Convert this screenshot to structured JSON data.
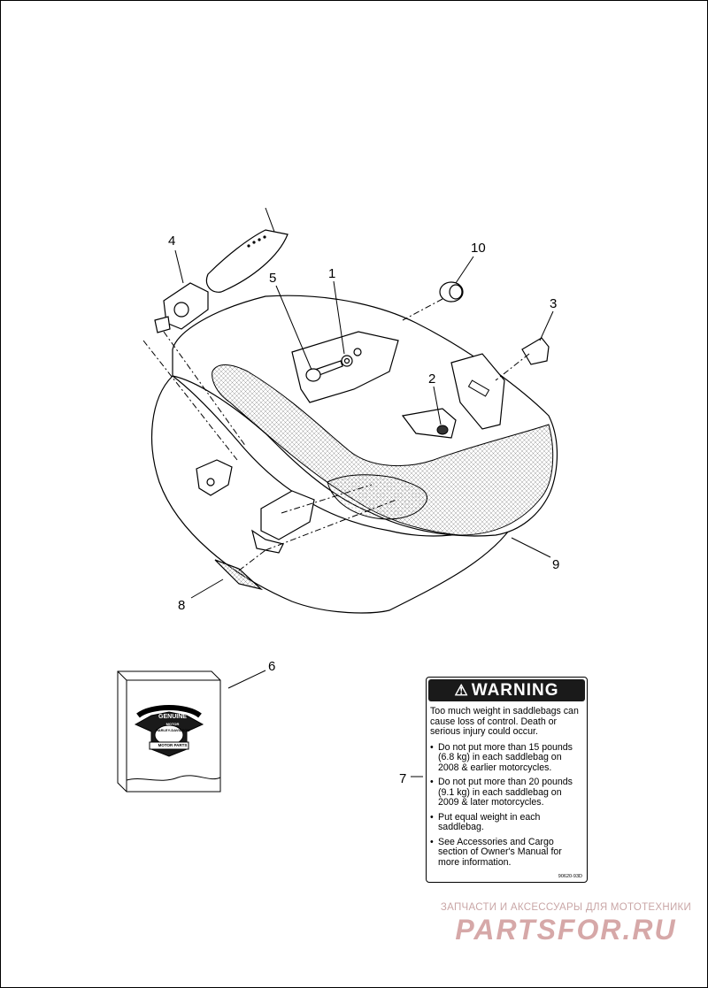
{
  "callouts": {
    "c1": "1",
    "c2": "2",
    "c3": "3",
    "c4": "4",
    "c5": "5",
    "c6": "6",
    "c7": "7",
    "c8": "8",
    "c9": "9",
    "c10": "10"
  },
  "warning": {
    "title": "WARNING",
    "intro": "Too much weight in saddlebags can cause loss of control. Death or serious injury could occur.",
    "bullets": [
      "Do not put more than 15 pounds (6.8 kg) in each saddlebag on 2008 & earlier motorcycles.",
      "Do not put more than 20 pounds (9.1 kg) in each saddlebag on 2009 & later motorcycles.",
      "Put equal weight in each saddlebag.",
      "See Accessories and Cargo section of Owner's Manual for more information."
    ],
    "code": "90620-93D"
  },
  "kit_logo": {
    "line1": "GENUINE",
    "line2": "MOTOR",
    "line3": "HARLEY-DAVIDSON",
    "line4": "CYCLES",
    "line5": "MOTOR PARTS"
  },
  "watermark": {
    "tagline": "ЗАПЧАСТИ И АКСЕССУАРЫ ДЛЯ МОТОТЕХНИКИ",
    "brand": "PARTSFOR.RU"
  },
  "colors": {
    "line": "#000000",
    "mesh": "#b8b8b8",
    "watermark": "#d6a8a8"
  }
}
